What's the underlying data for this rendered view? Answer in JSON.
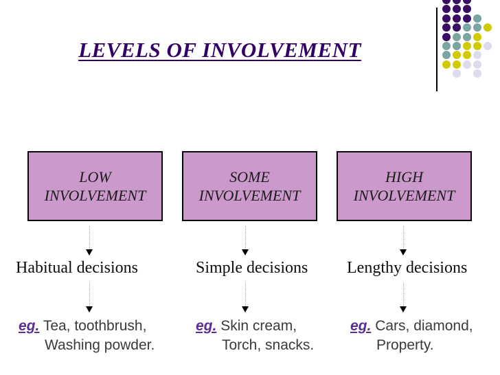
{
  "slide": {
    "title": "LEVELS OF INVOLVEMENT",
    "columns": [
      {
        "box_line1": "LOW",
        "box_line2": "INVOLVEMENT",
        "decision": "Habitual decisions",
        "eg_label": "eg.",
        "eg_text": "Tea, toothbrush,",
        "eg_text2": "Washing powder."
      },
      {
        "box_line1": "SOME",
        "box_line2": "INVOLVEMENT",
        "decision": "Simple decisions",
        "eg_label": "eg.",
        "eg_text": "Skin cream,",
        "eg_text2": "Torch, snacks."
      },
      {
        "box_line1": "HIGH",
        "box_line2": "INVOLVEMENT",
        "decision": "Lengthy decisions",
        "eg_label": "eg.",
        "eg_text": "Cars, diamond,",
        "eg_text2": "Property."
      }
    ],
    "colors": {
      "title_text": "#330066",
      "box_fill": "#CC99CC",
      "box_border": "#000000",
      "eg_label": "#5B2D90"
    },
    "decoration": {
      "dot_colors": {
        "P": "#380D63",
        "T": "#7AA5A1",
        "Y": "#D2CA00",
        "L": "#DCDCEC"
      },
      "dot_rows": [
        [
          "P",
          "P",
          "P",
          "",
          ""
        ],
        [
          "P",
          "P",
          "P",
          "",
          ""
        ],
        [
          "P",
          "P",
          "P",
          "T",
          ""
        ],
        [
          "P",
          "P",
          "T",
          "T",
          "Y"
        ],
        [
          "P",
          "T",
          "T",
          "Y",
          ""
        ],
        [
          "T",
          "T",
          "Y",
          "Y",
          "L"
        ],
        [
          "T",
          "Y",
          "Y",
          "L",
          ""
        ],
        [
          "Y",
          "Y",
          "L",
          "L",
          ""
        ],
        [
          "",
          "L",
          "",
          "L",
          ""
        ]
      ]
    }
  }
}
